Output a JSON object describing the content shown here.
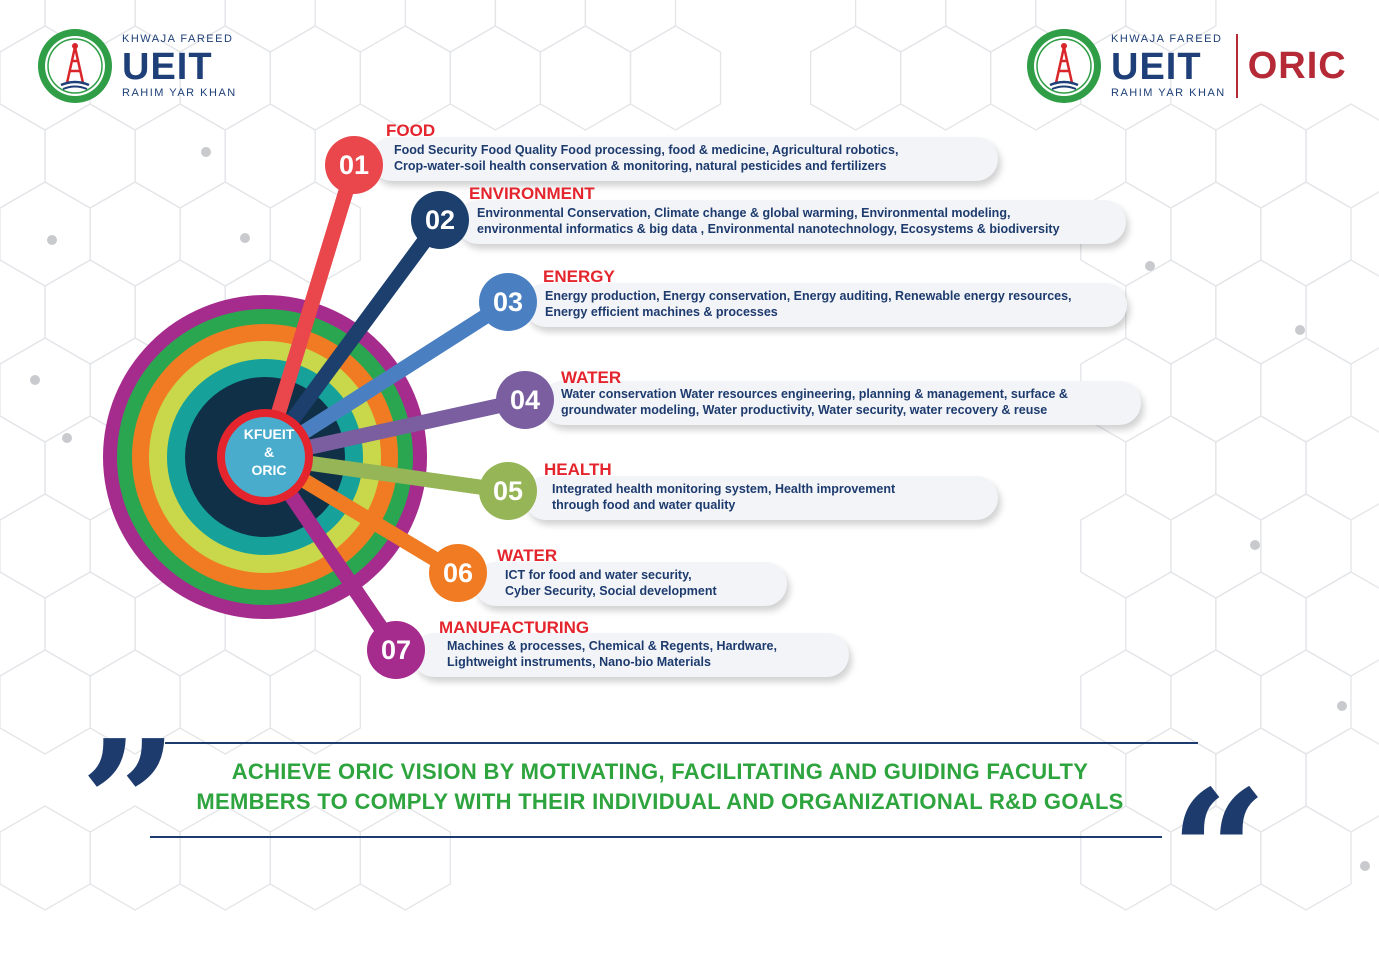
{
  "logo_left": {
    "top_text": "KHWAJA FAREED",
    "main_text": "UEIT",
    "bottom_text": "RAHIM YAR KHAN"
  },
  "logo_right": {
    "top_text": "KHWAJA FAREED",
    "main_text": "UEIT",
    "bottom_text": "RAHIM YAR KHAN",
    "suffix": "ORIC"
  },
  "center": {
    "line1": "KFUEIT",
    "line2": "&",
    "line3": "ORIC"
  },
  "categories": [
    {
      "number": "01",
      "color": "#e9474c",
      "title": "FOOD",
      "lines": [
        "Food Security  Food Quality  Food processing, food & medicine, Agricultural robotics,",
        "Crop-water-soil health conservation & monitoring, natural pesticides and fertilizers"
      ]
    },
    {
      "number": "02",
      "color": "#1c3f6e",
      "title": "ENVIRONMENT",
      "lines": [
        "Environmental Conservation, Climate change & global warming, Environmental modeling,",
        "environmental informatics & big data , Environmental nanotechnology, Ecosystems & biodiversity"
      ]
    },
    {
      "number": "03",
      "color": "#4a80c2",
      "title": "ENERGY",
      "lines": [
        "Energy production, Energy conservation, Energy auditing, Renewable energy resources,",
        " Energy efficient machines & processes"
      ]
    },
    {
      "number": "04",
      "color": "#7a5ea0",
      "title": "WATER",
      "lines": [
        "Water conservation Water resources engineering, planning & management, surface &",
        "groundwater modeling, Water productivity, Water security, water recovery & reuse"
      ]
    },
    {
      "number": "05",
      "color": "#95b556",
      "title": "HEALTH",
      "lines": [
        "Integrated health monitoring system,  Health improvement",
        "through food and water quality"
      ]
    },
    {
      "number": "06",
      "color": "#f07b22",
      "title": "WATER",
      "lines": [
        "ICT for food and water security,",
        "Cyber Security, Social development"
      ]
    },
    {
      "number": "07",
      "color": "#a52b8d",
      "title": "MANUFACTURING",
      "lines": [
        "Machines & processes, Chemical & Regents, Hardware,",
        "Lightweight instruments, Nano-bio Materials"
      ]
    }
  ],
  "vision": {
    "line1": "ACHIEVE ORIC VISION BY MOTIVATING, FACILITATING AND GUIDING FACULTY",
    "line2": "MEMBERS TO COMPLY WITH THEIR INDIVIDUAL AND ORGANIZATIONAL R&D GOALS",
    "open_quote": "”",
    "close_quote": "“"
  }
}
